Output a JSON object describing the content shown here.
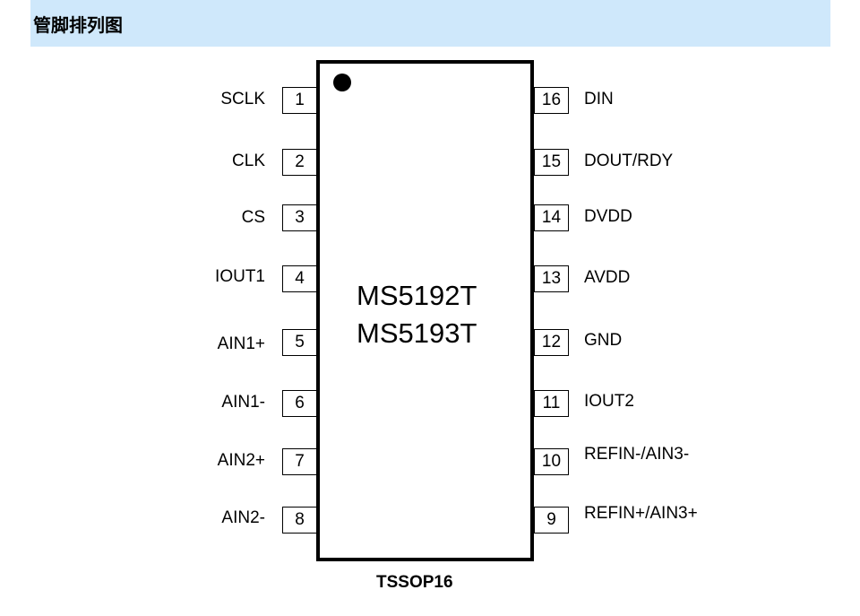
{
  "header": {
    "title": "管脚排列图"
  },
  "chip": {
    "part_numbers": [
      "MS5192T",
      "MS5193T"
    ],
    "package": "TSSOP16"
  },
  "pins_left": [
    {
      "number": "1",
      "name": "SCLK"
    },
    {
      "number": "2",
      "name": "CLK"
    },
    {
      "number": "3",
      "name": "CS"
    },
    {
      "number": "4",
      "name": "IOUT1"
    },
    {
      "number": "5",
      "name": "AIN1+"
    },
    {
      "number": "6",
      "name": "AIN1-"
    },
    {
      "number": "7",
      "name": "AIN2+"
    },
    {
      "number": "8",
      "name": "AIN2-"
    }
  ],
  "pins_right": [
    {
      "number": "16",
      "name": "DIN"
    },
    {
      "number": "15",
      "name": "DOUT/RDY"
    },
    {
      "number": "14",
      "name": "DVDD"
    },
    {
      "number": "13",
      "name": "AVDD"
    },
    {
      "number": "12",
      "name": "GND"
    },
    {
      "number": "11",
      "name": "IOUT2"
    },
    {
      "number": "10",
      "name": "REFIN-/AIN3-"
    },
    {
      "number": "9",
      "name": "REFIN+/AIN3+"
    }
  ],
  "colors": {
    "header_bg": "#cfe8fb",
    "outline": "#000000"
  }
}
